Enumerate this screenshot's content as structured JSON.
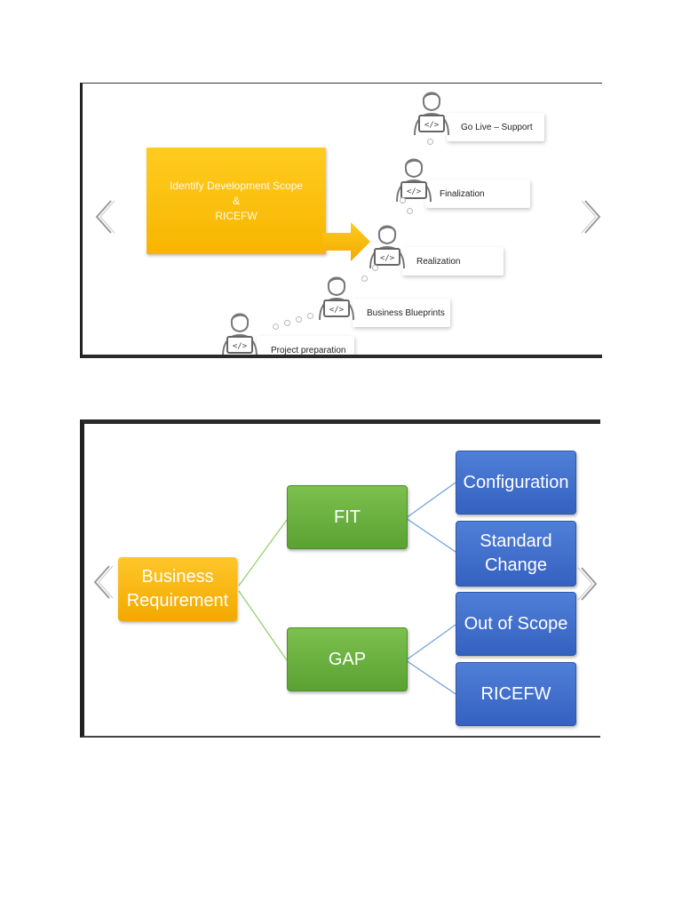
{
  "slide1": {
    "scope": {
      "line1": "Identify Development Scope",
      "line2": "&",
      "line3": "RICEFW"
    },
    "stages": [
      {
        "label": "Go Live – Support"
      },
      {
        "label": "Finalization"
      },
      {
        "label": "Realization"
      },
      {
        "label": "Business Blueprints"
      },
      {
        "label": "Project preparation"
      }
    ],
    "arrow_color": "#f7b500",
    "person_icon": "developer-laptop-icon"
  },
  "slide2": {
    "root": {
      "line1": "Business",
      "line2": "Requirement"
    },
    "fit": "FIT",
    "gap": "GAP",
    "fit_children": [
      {
        "line1": "Configuration",
        "line2": ""
      },
      {
        "line1": "Standard",
        "line2": "Change"
      }
    ],
    "gap_children": [
      {
        "line1": "Out of Scope",
        "line2": ""
      },
      {
        "line1": "RICEFW",
        "line2": ""
      }
    ],
    "colors": {
      "root": "#f7b500",
      "level1": "#6ab03f",
      "level2": "#3f6fce",
      "connector_fit": "#8fcf6a",
      "connector_gap": "#6f9fe0"
    }
  }
}
